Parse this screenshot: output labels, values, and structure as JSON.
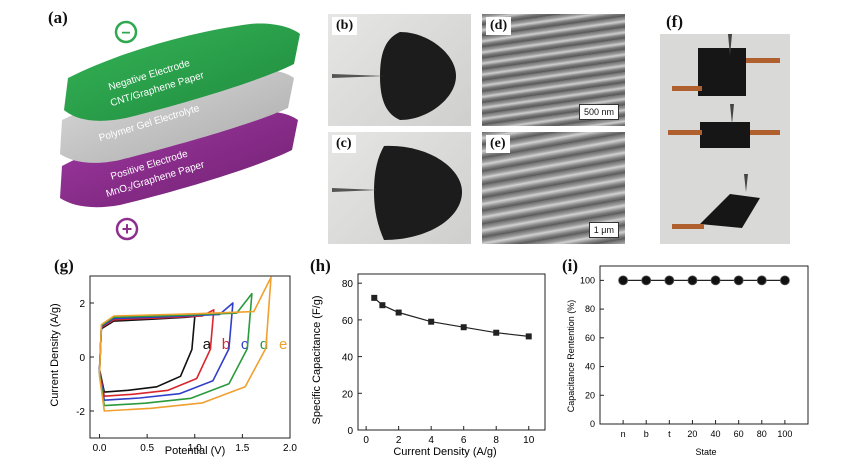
{
  "panels": {
    "a": {
      "label": "(a)",
      "negative_sign": "−",
      "positive_sign": "+",
      "negative_layer": [
        "Negative Electrode",
        "CNT/Graphene Paper"
      ],
      "electrolyte_layer": "Polymer Gel Electrolyte",
      "positive_layer": [
        "Positive Electrode",
        "MnO₂/Graphene Paper"
      ],
      "colors": {
        "negative": "#2fa84f",
        "electrolyte": "#c9c9c9",
        "positive": "#8e2e8f",
        "sign_negative": "#2fa84f",
        "sign_positive": "#8e2e8f"
      }
    },
    "b": {
      "label": "(b)"
    },
    "c": {
      "label": "(c)"
    },
    "d": {
      "label": "(d)",
      "scale": "500 nm"
    },
    "e": {
      "label": "(e)",
      "scale": "1 μm"
    },
    "f": {
      "label": "(f)"
    },
    "g": {
      "label": "(g)"
    },
    "h": {
      "label": "(h)"
    },
    "i": {
      "label": "(i)"
    }
  },
  "chart_data": [
    {
      "id": "g",
      "type": "line",
      "xlabel": "Potential (V)",
      "ylabel": "Current Density (A/g)",
      "xlim": [
        -0.1,
        2.0
      ],
      "ylim": [
        -3,
        3
      ],
      "xticks": [
        "0.0",
        "0.5",
        "1.0",
        "1.5",
        "2.0"
      ],
      "yticks": [
        "-2",
        "0",
        "2"
      ],
      "series": [
        {
          "name": "a",
          "color": "#111111",
          "vmax": 1.0,
          "top": 1.4,
          "bottom": -1.3,
          "tip": 1.5
        },
        {
          "name": "b",
          "color": "#d9262c",
          "vmax": 1.2,
          "top": 1.45,
          "bottom": -1.45,
          "tip": 1.75
        },
        {
          "name": "c",
          "color": "#2f3fc8",
          "vmax": 1.4,
          "top": 1.5,
          "bottom": -1.6,
          "tip": 2.0
        },
        {
          "name": "d",
          "color": "#2a9a3c",
          "vmax": 1.6,
          "top": 1.55,
          "bottom": -1.8,
          "tip": 2.35
        },
        {
          "name": "e",
          "color": "#f0a030",
          "vmax": 1.8,
          "top": 1.6,
          "bottom": -2.0,
          "tip": 2.95
        }
      ]
    },
    {
      "id": "h",
      "type": "line",
      "xlabel": "Current Density (A/g)",
      "ylabel": "Specific Capacitance (F/g)",
      "xlim": [
        -0.5,
        11
      ],
      "ylim": [
        0,
        85
      ],
      "xticks": [
        "0",
        "2",
        "4",
        "6",
        "8",
        "10"
      ],
      "yticks": [
        "0",
        "20",
        "40",
        "60",
        "80"
      ],
      "x": [
        0.5,
        1,
        2,
        4,
        6,
        8,
        10
      ],
      "y": [
        72,
        68,
        64,
        59,
        56,
        53,
        51
      ]
    },
    {
      "id": "i",
      "type": "line",
      "xlabel": "State",
      "ylabel": "Capacitance Rentention (%)",
      "ylim": [
        0,
        110
      ],
      "yticks": [
        "0",
        "20",
        "40",
        "60",
        "80",
        "100"
      ],
      "categories": [
        "n",
        "b",
        "t",
        "20",
        "40",
        "60",
        "80",
        "100"
      ],
      "values": [
        100,
        100,
        100,
        100,
        100,
        100,
        100,
        100
      ]
    }
  ]
}
